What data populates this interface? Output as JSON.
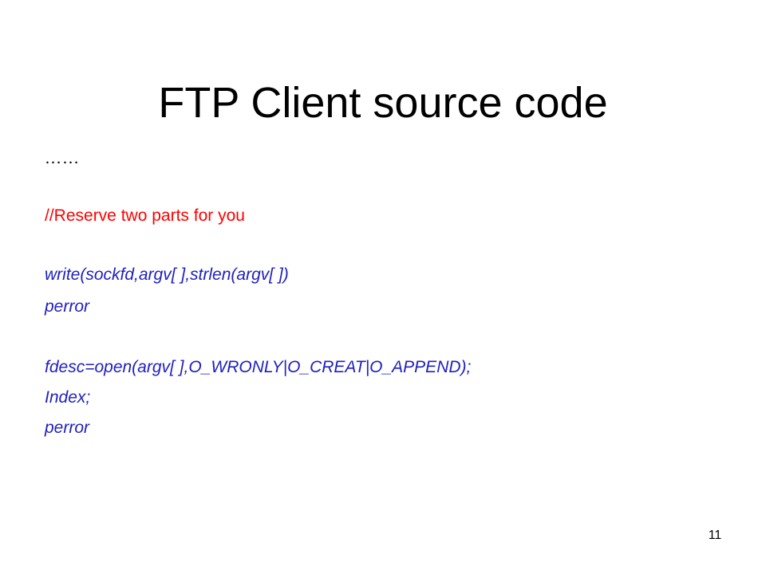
{
  "slide": {
    "title": "FTP Client source code",
    "ellipsis": "……",
    "comment": "//Reserve two parts for you",
    "code_lines": [
      "write(sockfd,argv[ ],strlen(argv[ ])",
      "perror",
      "fdesc=open(argv[ ],O_WRONLY|O_CREAT|O_APPEND);",
      "Index;",
      "perror"
    ],
    "page_number": "11"
  },
  "colors": {
    "background": "#ffffff",
    "text": "#000000",
    "comment": "#ff0000",
    "code": "#2020c0"
  }
}
